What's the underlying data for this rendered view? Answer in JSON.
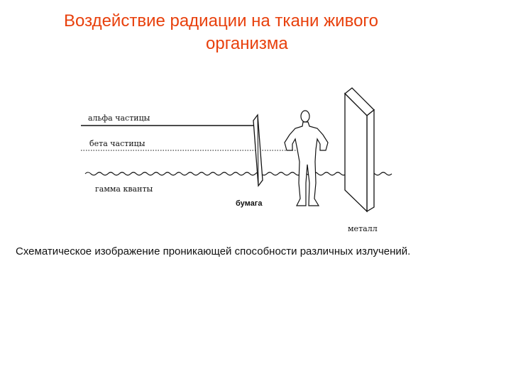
{
  "title": {
    "line1": "Воздействие радиации на ткани живого",
    "line2": "организма"
  },
  "diagram": {
    "labels": {
      "alpha": "альфа частицы",
      "beta": "бета частицы",
      "gamma": "гамма кванты",
      "paper": "бумага",
      "metal": "металл"
    }
  },
  "caption": "Схематическое изображение проникающей способности различных излучений.",
  "colors": {
    "title": "#e8400c",
    "ink": "#111111"
  },
  "icons": [
    "human-figure-icon"
  ]
}
